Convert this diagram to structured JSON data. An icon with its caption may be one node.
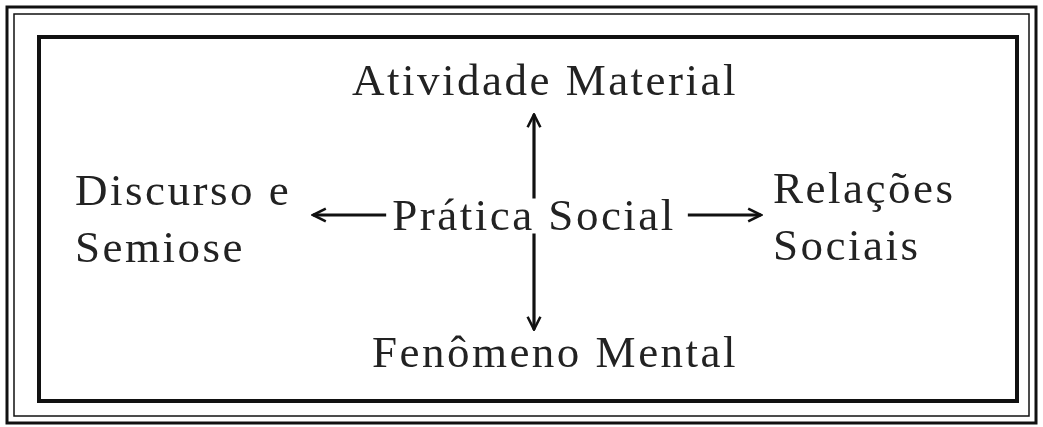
{
  "diagram": {
    "nodes": [
      {
        "text": [
          "Prática Social"
        ]
      },
      {
        "text": [
          "Atividade Material"
        ]
      },
      {
        "text": [
          "Discurso e Semiose"
        ]
      },
      {
        "text": [
          "Relações Sociais"
        ]
      },
      {
        "text": [
          "Fenômeno Mental"
        ]
      }
    ],
    "edges": [
      {
        "from": 0,
        "to": 1,
        "arrow": "to"
      },
      {
        "from": 0,
        "to": 2,
        "arrow": "to"
      },
      {
        "from": 0,
        "to": 3,
        "arrow": "to"
      },
      {
        "from": 0,
        "to": 4,
        "arrow": "to"
      }
    ]
  }
}
